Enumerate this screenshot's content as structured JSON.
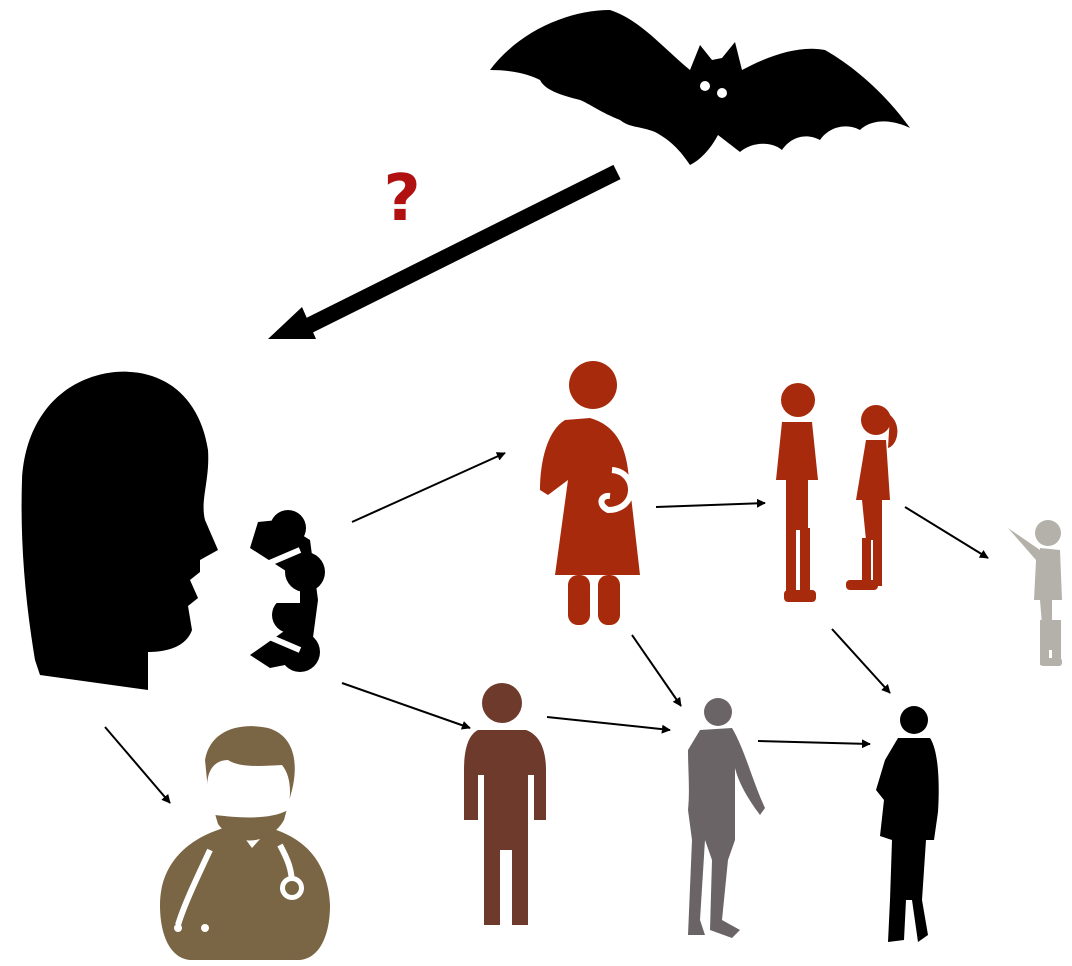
{
  "diagram": {
    "question_label": "?",
    "colors": {
      "source": "#000000",
      "question": "#b01010",
      "infected_red": "#a82a0c",
      "infected_brown": "#6e3a2c",
      "infected_grey": "#6b6466",
      "child_grey": "#b3b1aa",
      "doctor": "#7a6544",
      "arrow": "#000000"
    },
    "nodes": [
      {
        "id": "bat",
        "icon": "bat-icon"
      },
      {
        "id": "patient-zero",
        "icon": "coughing-head-icon"
      },
      {
        "id": "doctor",
        "icon": "doctor-stethoscope-icon"
      },
      {
        "id": "pregnant-woman",
        "icon": "pregnant-woman-icon"
      },
      {
        "id": "boy",
        "icon": "child-boy-icon"
      },
      {
        "id": "girl",
        "icon": "child-girl-icon"
      },
      {
        "id": "pointing-child",
        "icon": "child-pointing-icon"
      },
      {
        "id": "brown-man",
        "icon": "man-icon"
      },
      {
        "id": "walking-man",
        "icon": "walking-man-icon"
      },
      {
        "id": "standing-man",
        "icon": "standing-man-icon"
      }
    ],
    "links": [
      {
        "from": "bat",
        "to": "patient-zero",
        "uncertain": true
      },
      {
        "from": "patient-zero",
        "to": "pregnant-woman"
      },
      {
        "from": "patient-zero",
        "to": "brown-man"
      },
      {
        "from": "patient-zero",
        "to": "doctor"
      },
      {
        "from": "pregnant-woman",
        "to": "boy"
      },
      {
        "from": "pregnant-woman",
        "to": "walking-man"
      },
      {
        "from": "girl",
        "to": "pointing-child"
      },
      {
        "from": "boy",
        "to": "standing-man"
      },
      {
        "from": "brown-man",
        "to": "walking-man"
      },
      {
        "from": "walking-man",
        "to": "standing-man"
      }
    ]
  }
}
